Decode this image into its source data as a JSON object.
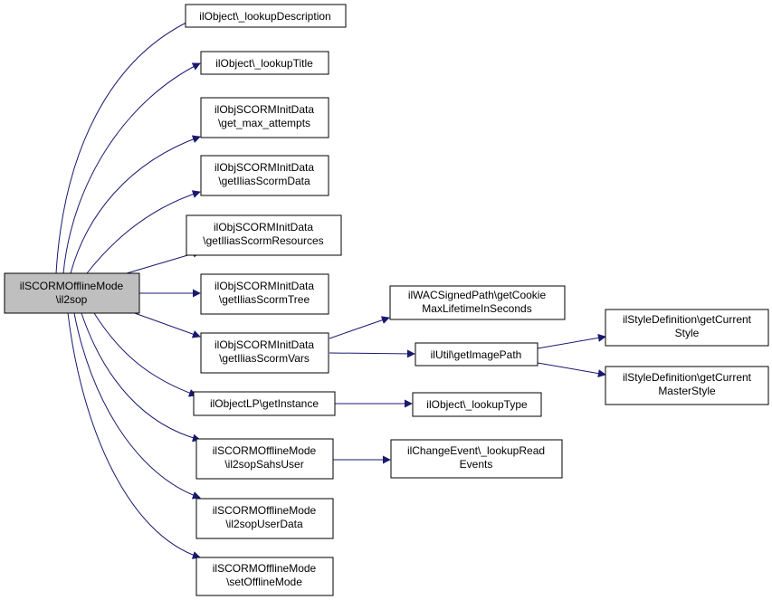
{
  "colors": {
    "edge": "#191970",
    "node_border": "#000000",
    "node_fill": "#ffffff",
    "root_fill": "#bfbfbf"
  },
  "nodes": {
    "root": [
      "ilSCORMOfflineMode",
      "\\il2sop"
    ],
    "lookup_description": [
      "ilObject\\_lookupDescription"
    ],
    "lookup_title": [
      "ilObject\\_lookupTitle"
    ],
    "get_max_attempts": [
      "ilObjSCORMInitData",
      "\\get_max_attempts"
    ],
    "get_ilias_scorm_data": [
      "ilObjSCORMInitData",
      "\\getIliasScormData"
    ],
    "get_ilias_scorm_resources": [
      "ilObjSCORMInitData",
      "\\getIliasScormResources"
    ],
    "get_ilias_scorm_tree": [
      "ilObjSCORMInitData",
      "\\getIliasScormTree"
    ],
    "get_ilias_scorm_vars": [
      "ilObjSCORMInitData",
      "\\getIliasScormVars"
    ],
    "get_instance": [
      "ilObjectLP\\getInstance"
    ],
    "il2sop_sahs_user": [
      "ilSCORMOfflineMode",
      "\\il2sopSahsUser"
    ],
    "il2sop_user_data": [
      "ilSCORMOfflineMode",
      "\\il2sopUserData"
    ],
    "set_offline_mode": [
      "ilSCORMOfflineMode",
      "\\setOfflineMode"
    ],
    "get_cookie_max_lifetime": [
      "ilWACSignedPath\\getCookie",
      "MaxLifetimeInSeconds"
    ],
    "get_image_path": [
      "ilUtil\\getImagePath"
    ],
    "lookup_type": [
      "ilObject\\_lookupType"
    ],
    "lookup_read_events": [
      "ilChangeEvent\\_lookupRead",
      "Events"
    ],
    "get_current_style": [
      "ilStyleDefinition\\getCurrent",
      "Style"
    ],
    "get_current_master_style": [
      "ilStyleDefinition\\getCurrent",
      "MasterStyle"
    ]
  }
}
